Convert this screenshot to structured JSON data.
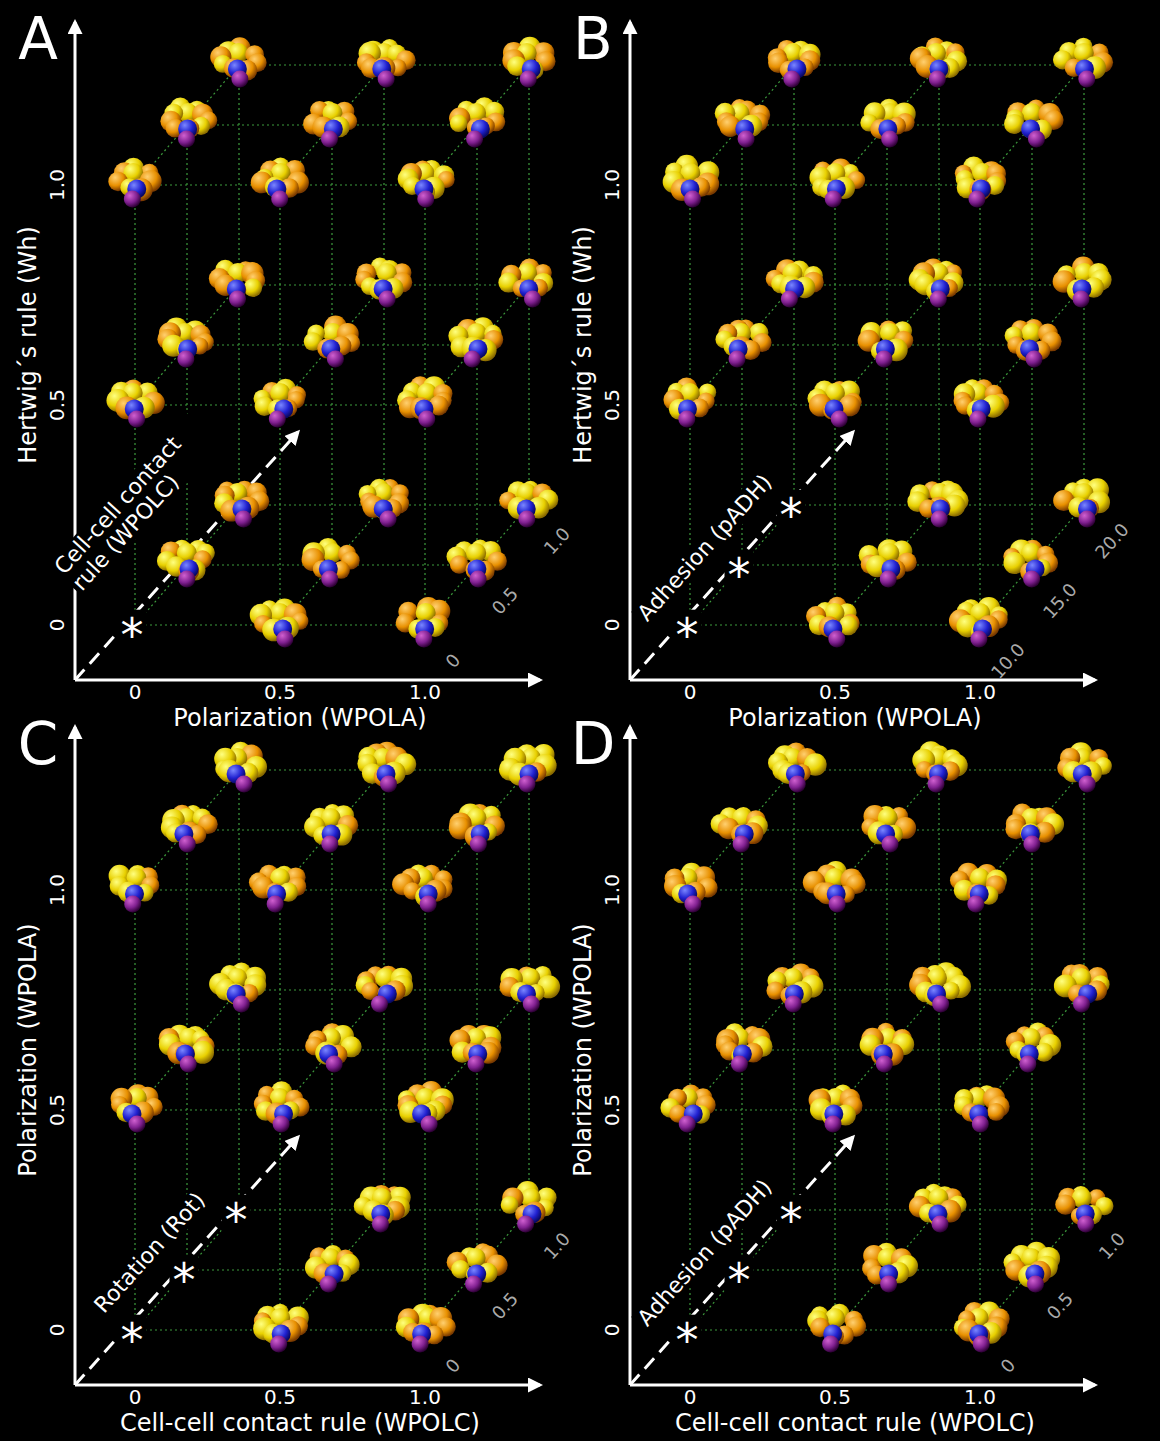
{
  "diagram": {
    "labels": [
      "A",
      "1.0",
      "0.5",
      "0",
      "Hertwig´s rule (Wh)",
      "0",
      "0.5",
      "1.0",
      "Polarization (WPOLA)",
      "Cell-cell contact rule (WPOLC)",
      "*",
      "0",
      "0.5",
      "1.0",
      "B",
      "1.0",
      "0.5",
      "0",
      "Hertwig´s rule (Wh)",
      "0",
      "0.5",
      "1.0",
      "Polarization (WPOLA)",
      "Adhesion (pADH)",
      "*",
      "*",
      "*",
      "10.0",
      "15.0",
      "20.0",
      "C",
      "1.0",
      "0.5",
      "0",
      "Polarization (WPOLA)",
      "0",
      "0.5",
      "1.0",
      "Cell-cell contact rule (WPOLC)",
      "Rotation (Rot)",
      "*",
      "*",
      "*",
      "0",
      "0.5",
      "1.0",
      "D",
      "1.0",
      "0.5",
      "0",
      "Polarization (WPOLA)",
      "0",
      "0.5",
      "1.0",
      "Cell-cell contact rule (WPOLC)",
      "Adhesion (pADH)",
      "*",
      "*",
      "*",
      "0",
      "0.5",
      "1.0"
    ]
  }
}
